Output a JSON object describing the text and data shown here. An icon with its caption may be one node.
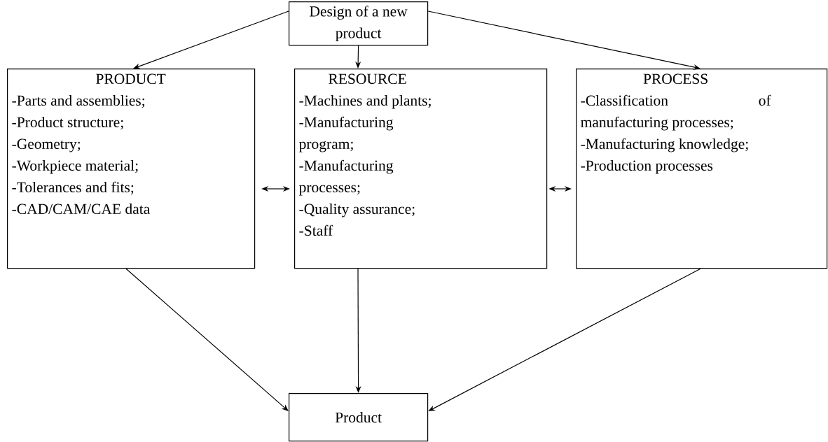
{
  "diagram": {
    "nodes": [
      {
        "text": [
          "Design of a new product"
        ]
      },
      {
        "text": [
          "PRODUCT",
          "-Parts and assemblies;",
          "-Product structure;",
          "-Geometry;",
          "-Workpiece material;",
          "-Tolerances and fits;",
          "-CAD/CAM/CAE data"
        ]
      },
      {
        "text": [
          "RESOURCE",
          "-Machines and plants;",
          "-Manufacturing program;",
          "-Manufacturing processes;",
          "-Quality assurance;",
          "-Staff"
        ]
      },
      {
        "text": [
          "PROCESS",
          "-Classification of manufacturing processes;",
          "-Manufacturing knowledge;",
          "-Production processes"
        ]
      },
      {
        "text": [
          "Product"
        ]
      }
    ],
    "edges": [
      {
        "from": 0,
        "to": 1,
        "arrow": "to"
      },
      {
        "from": 0,
        "to": 2,
        "arrow": "to"
      },
      {
        "from": 0,
        "to": 3,
        "arrow": "to"
      },
      {
        "from": 1,
        "to": 2,
        "arrow": "both"
      },
      {
        "from": 2,
        "to": 3,
        "arrow": "both"
      },
      {
        "from": 1,
        "to": 4,
        "arrow": "to"
      },
      {
        "from": 2,
        "to": 4,
        "arrow": "to"
      },
      {
        "from": 3,
        "to": 4,
        "arrow": "to"
      }
    ]
  }
}
